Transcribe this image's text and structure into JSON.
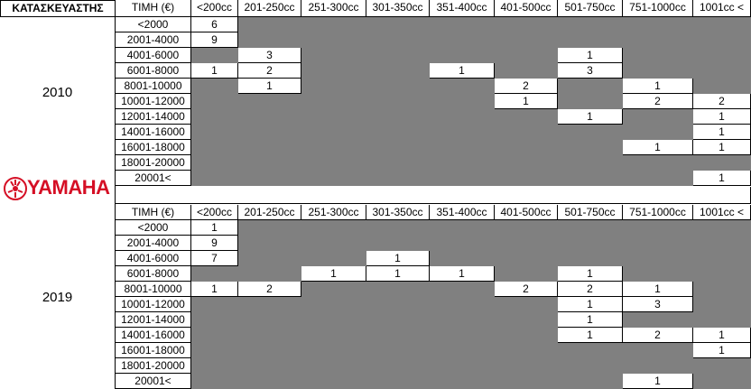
{
  "header_label": "ΚΑΤΑΣΚΕΥΑΣΤΗΣ",
  "brand": "YAMAHA",
  "price_header": "ΤΙΜΗ (€)",
  "price_ranges": [
    "<2000",
    "2001-4000",
    "4001-6000",
    "6001-8000",
    "8001-10000",
    "10001-12000",
    "12001-14000",
    "14001-16000",
    "16001-18000",
    "18001-20000",
    "20001<"
  ],
  "blocks": [
    {
      "year": "2010",
      "cc_headers": [
        "<200cc",
        "201-250cc",
        "251-300cc",
        "301-350cc",
        "351-400cc",
        "401-500cc",
        "501-750cc",
        "751-1000cc",
        "1001cc <"
      ],
      "grid": [
        [
          "6",
          "",
          "",
          "",
          "",
          "",
          "",
          "",
          ""
        ],
        [
          "9",
          "",
          "",
          "",
          "",
          "",
          "",
          "",
          ""
        ],
        [
          "",
          "3",
          "",
          "",
          "",
          "",
          "1",
          "",
          ""
        ],
        [
          "1",
          "2",
          "",
          "",
          "1",
          "",
          "3",
          "",
          ""
        ],
        [
          "",
          "1",
          "",
          "",
          "",
          "2",
          "",
          "1",
          ""
        ],
        [
          "",
          "",
          "",
          "",
          "",
          "1",
          "",
          "2",
          "2"
        ],
        [
          "",
          "",
          "",
          "",
          "",
          "",
          "1",
          "",
          "1"
        ],
        [
          "",
          "",
          "",
          "",
          "",
          "",
          "",
          "",
          "1"
        ],
        [
          "",
          "",
          "",
          "",
          "",
          "",
          "",
          "1",
          "1"
        ],
        [
          "",
          "",
          "",
          "",
          "",
          "",
          "",
          "",
          ""
        ],
        [
          "",
          "",
          "",
          "",
          "",
          "",
          "",
          "",
          "1"
        ]
      ],
      "white": [
        [
          1,
          0,
          0,
          0,
          0,
          0,
          0,
          0,
          0
        ],
        [
          1,
          0,
          0,
          0,
          0,
          0,
          0,
          0,
          0
        ],
        [
          0,
          1,
          0,
          0,
          0,
          0,
          1,
          0,
          0
        ],
        [
          1,
          1,
          0,
          0,
          1,
          0,
          1,
          0,
          0
        ],
        [
          0,
          1,
          0,
          0,
          0,
          1,
          0,
          1,
          0
        ],
        [
          0,
          0,
          0,
          0,
          0,
          1,
          0,
          1,
          1
        ],
        [
          0,
          0,
          0,
          0,
          0,
          0,
          1,
          0,
          1
        ],
        [
          0,
          0,
          0,
          0,
          0,
          0,
          0,
          0,
          1
        ],
        [
          0,
          0,
          0,
          0,
          0,
          0,
          0,
          1,
          1
        ],
        [
          0,
          0,
          0,
          0,
          0,
          0,
          0,
          0,
          0
        ],
        [
          0,
          0,
          0,
          0,
          0,
          0,
          0,
          0,
          1
        ]
      ]
    },
    {
      "year": "2019",
      "cc_headers": [
        "<200cc",
        "201-250cc",
        "251-300cc",
        "301-350cc",
        "351-400cc",
        "401-500cc",
        "501-750cc",
        "751-1000cc",
        "1001cc <"
      ],
      "grid": [
        [
          "1",
          "",
          "",
          "",
          "",
          "",
          "",
          "",
          ""
        ],
        [
          "9",
          "",
          "",
          "",
          "",
          "",
          "",
          "",
          ""
        ],
        [
          "7",
          "",
          "",
          "1",
          "",
          "",
          "",
          "",
          ""
        ],
        [
          "",
          "",
          "1",
          "1",
          "1",
          "",
          "1",
          "",
          ""
        ],
        [
          "1",
          "2",
          "",
          "",
          "",
          "2",
          "2",
          "1",
          ""
        ],
        [
          "",
          "",
          "",
          "",
          "",
          "",
          "1",
          "3",
          ""
        ],
        [
          "",
          "",
          "",
          "",
          "",
          "",
          "1",
          "",
          ""
        ],
        [
          "",
          "",
          "",
          "",
          "",
          "",
          "1",
          "2",
          "1"
        ],
        [
          "",
          "",
          "",
          "",
          "",
          "",
          "",
          "",
          "1"
        ],
        [
          "",
          "",
          "",
          "",
          "",
          "",
          "",
          "",
          ""
        ],
        [
          "",
          "",
          "",
          "",
          "",
          "",
          "",
          "1",
          ""
        ]
      ],
      "white": [
        [
          1,
          0,
          0,
          0,
          0,
          0,
          0,
          0,
          0
        ],
        [
          1,
          0,
          0,
          0,
          0,
          0,
          0,
          0,
          0
        ],
        [
          1,
          0,
          0,
          1,
          0,
          0,
          0,
          0,
          0
        ],
        [
          0,
          0,
          1,
          1,
          1,
          0,
          1,
          0,
          0
        ],
        [
          1,
          1,
          0,
          0,
          0,
          1,
          1,
          1,
          0
        ],
        [
          0,
          0,
          0,
          0,
          0,
          0,
          1,
          1,
          0
        ],
        [
          0,
          0,
          0,
          0,
          0,
          0,
          1,
          0,
          0
        ],
        [
          0,
          0,
          0,
          0,
          0,
          0,
          1,
          1,
          1
        ],
        [
          0,
          0,
          0,
          0,
          0,
          0,
          0,
          0,
          1
        ],
        [
          0,
          0,
          0,
          0,
          0,
          0,
          0,
          0,
          0
        ],
        [
          0,
          0,
          0,
          0,
          0,
          0,
          0,
          1,
          0
        ]
      ]
    }
  ]
}
